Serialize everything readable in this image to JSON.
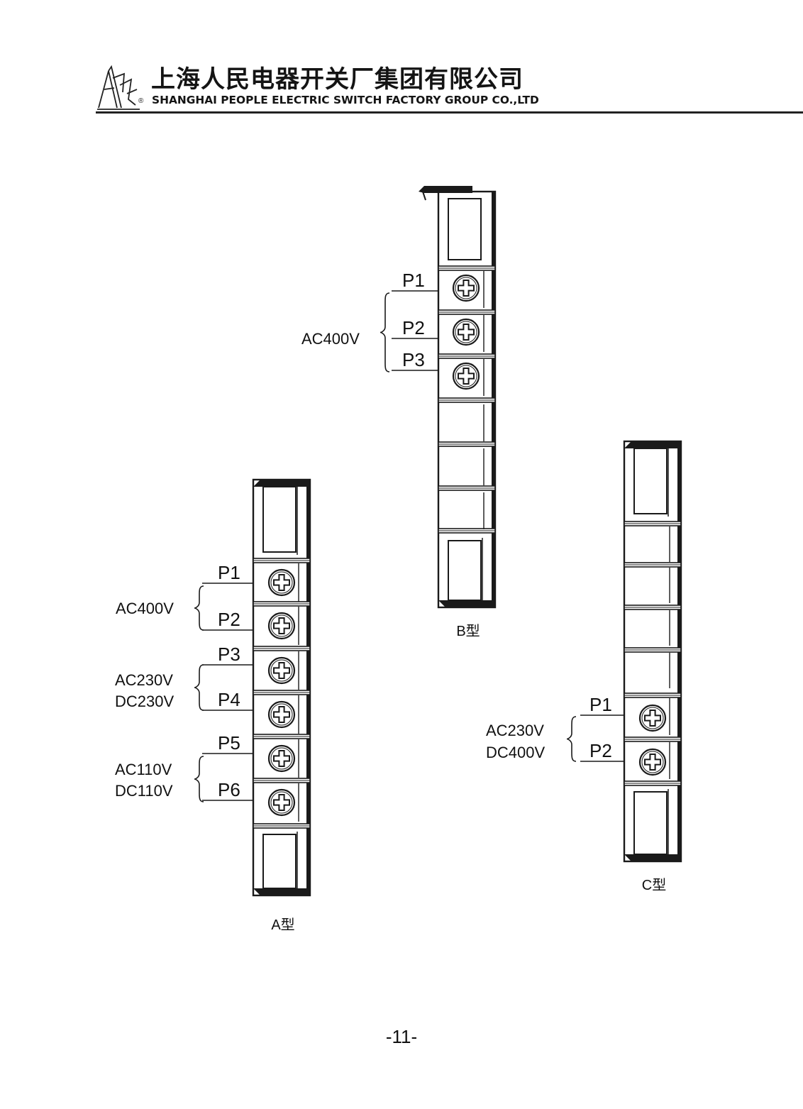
{
  "header": {
    "company_cn": "上海人民电器开关厂集团有限公司",
    "company_en": "SHANGHAI PEOPLE ELECTRIC SWITCH FACTORY GROUP CO.,LTD",
    "registered_mark": "®"
  },
  "strip_a": {
    "caption": "A型",
    "terminals": [
      "P1",
      "P2",
      "P3",
      "P4",
      "P5",
      "P6"
    ],
    "groups": [
      {
        "lines": [
          "AC400V"
        ]
      },
      {
        "lines": [
          "AC230V",
          "DC230V"
        ]
      },
      {
        "lines": [
          "AC110V",
          "DC110V"
        ]
      }
    ]
  },
  "strip_b": {
    "caption": "B型",
    "terminals": [
      "P1",
      "P2",
      "P3"
    ],
    "groups": [
      {
        "lines": [
          "AC400V"
        ]
      }
    ]
  },
  "strip_c": {
    "caption": "C型",
    "terminals": [
      "P1",
      "P2"
    ],
    "groups": [
      {
        "lines": [
          "AC230V",
          "DC400V"
        ]
      }
    ]
  },
  "page_number": "-11-",
  "colors": {
    "ink": "#111111",
    "frame": "#1a1a1a",
    "paper": "#ffffff"
  }
}
